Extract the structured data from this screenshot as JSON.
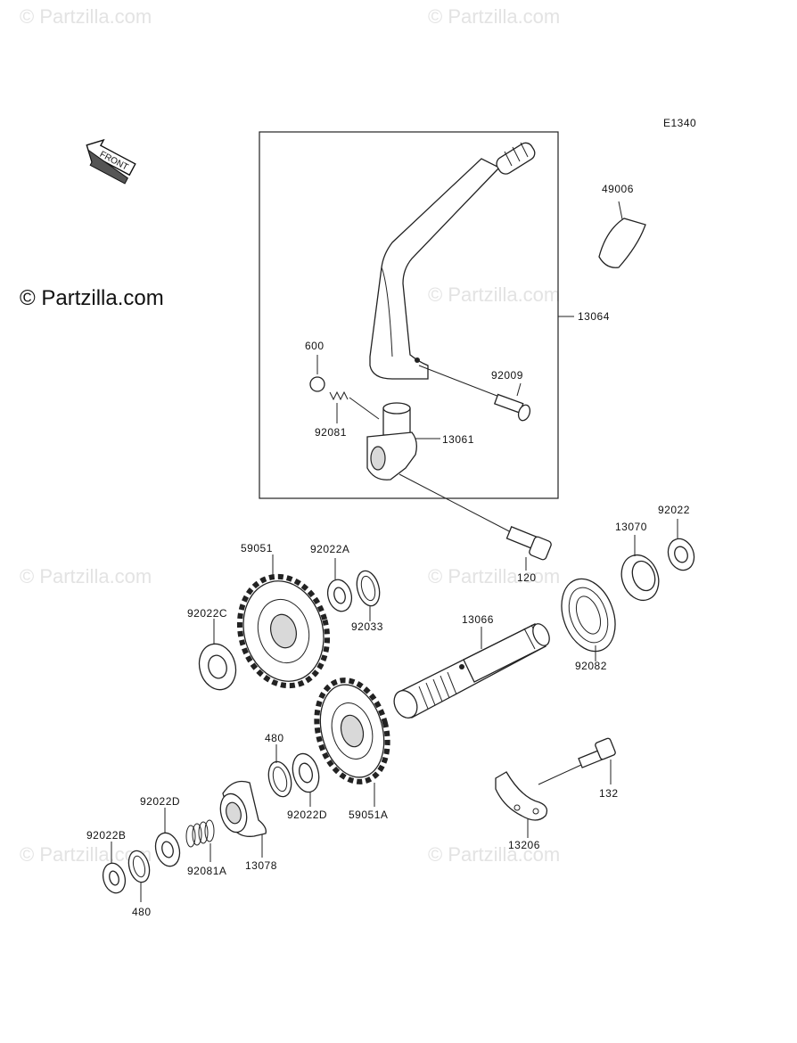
{
  "diagram_code": "E1340",
  "copyright": "© Partzilla.com",
  "watermark": "© Partzilla.com",
  "front_label": "FRONT",
  "parts": {
    "p49006": "49006",
    "p13064": "13064",
    "p600": "600",
    "p92009": "92009",
    "p92081": "92081",
    "p13061": "13061",
    "p120": "120",
    "p92022": "92022",
    "p13070": "13070",
    "p59051": "59051",
    "p92022A": "92022A",
    "p92033": "92033",
    "p92022C": "92022C",
    "p13066": "13066",
    "p92082": "92082",
    "p480a": "480",
    "p92022D_a": "92022D",
    "p59051A": "59051A",
    "p132": "132",
    "p92022D_b": "92022D",
    "p92022B": "92022B",
    "p92081A": "92081A",
    "p13078": "13078",
    "p13206": "13206",
    "p480b": "480"
  }
}
